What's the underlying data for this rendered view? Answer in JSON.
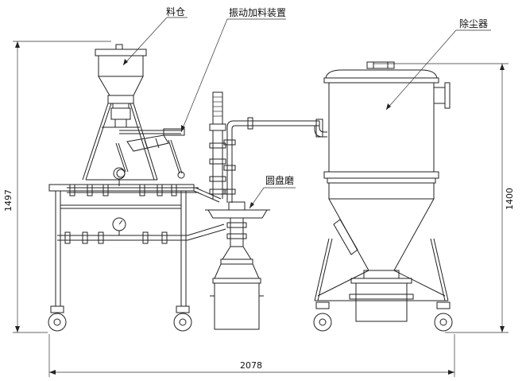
{
  "labels": {
    "hopper": "料仓",
    "vibrating_feeder": "振动加料装置",
    "dust_collector": "除尘器",
    "disc_mill": "圆盘磨"
  },
  "dimensions": {
    "left_height": "1497",
    "right_height": "1400",
    "total_width": "2078"
  }
}
